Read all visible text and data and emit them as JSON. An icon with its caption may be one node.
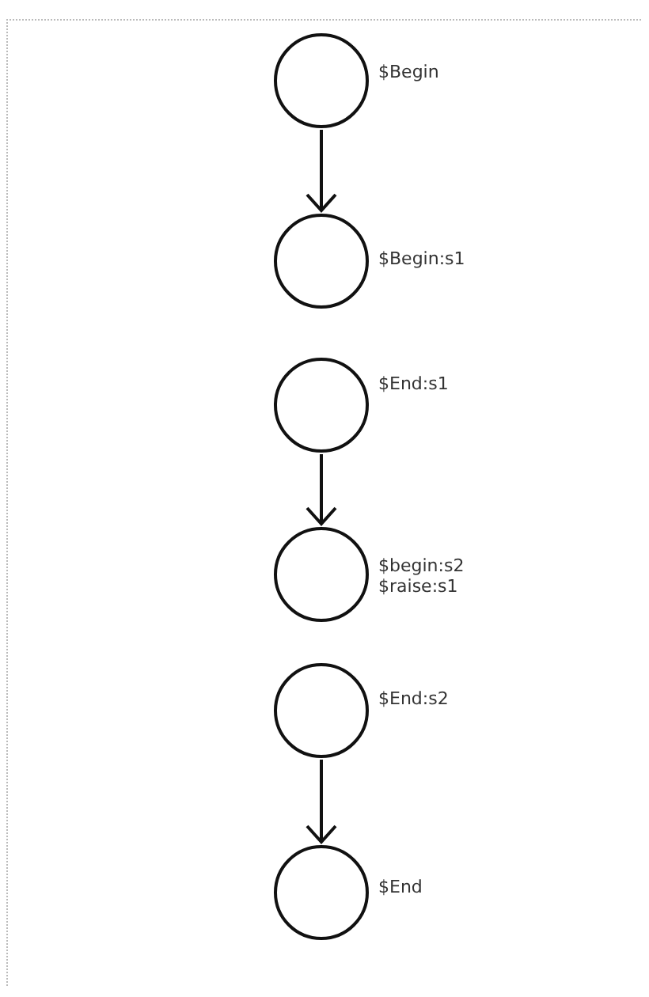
{
  "diagram": {
    "nodes": [
      {
        "text": [],
        "shape": "circle",
        "beside": [
          "$Begin"
        ]
      },
      {
        "text": [],
        "shape": "circle",
        "beside": [
          "$Begin:s1"
        ]
      },
      {
        "text": [],
        "shape": "circle",
        "beside": [
          "$End:s1"
        ]
      },
      {
        "text": [],
        "shape": "circle",
        "beside": [
          "$begin:s2",
          "$raise:s1"
        ]
      },
      {
        "text": [],
        "shape": "circle",
        "beside": [
          "$End:s2"
        ]
      },
      {
        "text": [],
        "shape": "circle",
        "beside": [
          "$End"
        ]
      }
    ],
    "edges": [
      {
        "from": 0,
        "to": 1,
        "arrow": "to"
      },
      {
        "from": 2,
        "to": 3,
        "arrow": "to"
      },
      {
        "from": 4,
        "to": 5,
        "arrow": "to"
      }
    ]
  }
}
